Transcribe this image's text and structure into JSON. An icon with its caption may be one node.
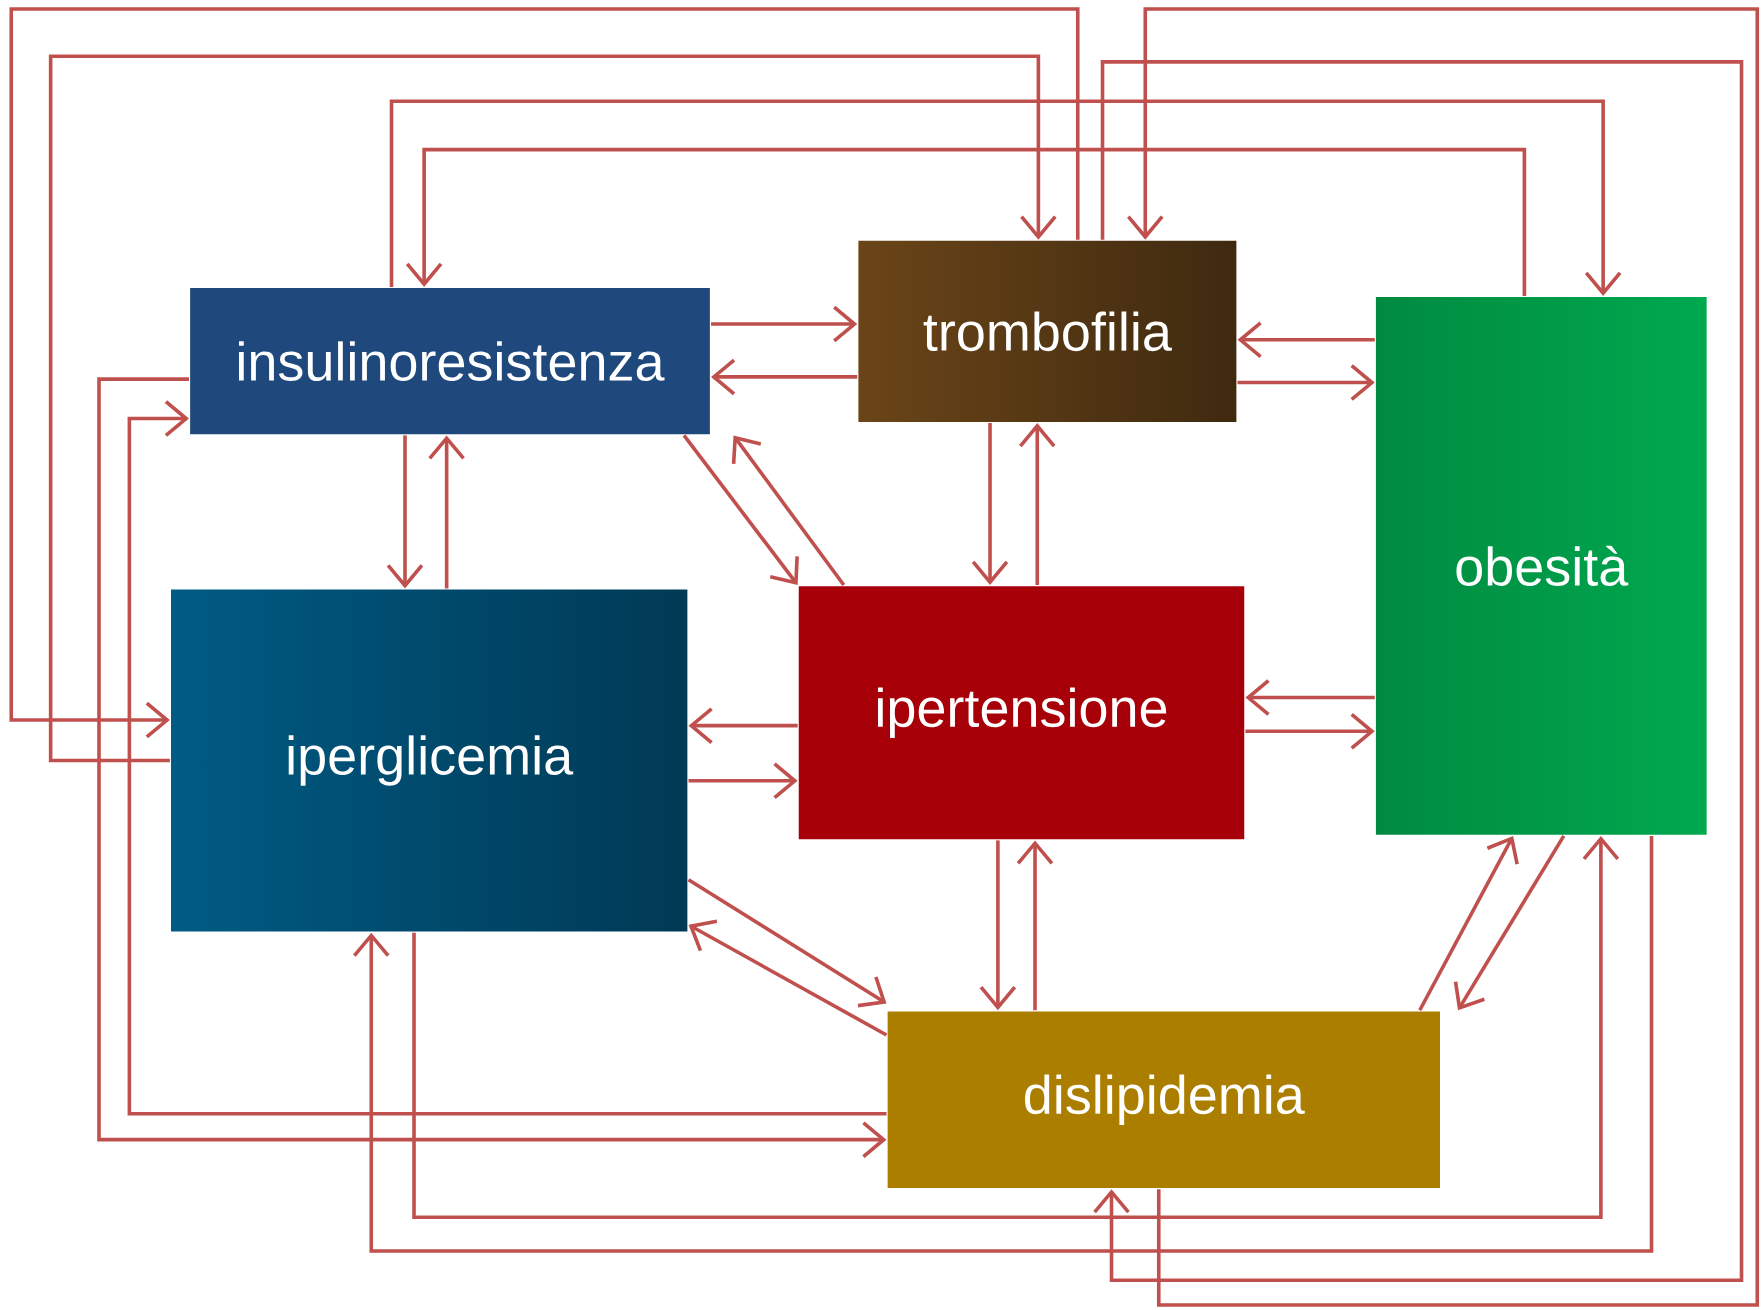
{
  "diagram": {
    "nodes": [
      {
        "text": [
          "insulinoresistenza"
        ]
      },
      {
        "text": [
          "trombofilia"
        ]
      },
      {
        "text": [
          "obesità"
        ]
      },
      {
        "text": [
          "iperglicemia"
        ]
      },
      {
        "text": [
          "ipertensione"
        ]
      },
      {
        "text": [
          "dislipidemia"
        ]
      }
    ],
    "edges": [
      {
        "from": 0,
        "to": 1,
        "arrow": "to"
      },
      {
        "from": 1,
        "to": 0,
        "arrow": "to"
      },
      {
        "from": 1,
        "to": 2,
        "arrow": "to"
      },
      {
        "from": 2,
        "to": 1,
        "arrow": "to"
      },
      {
        "from": 0,
        "to": 3,
        "arrow": "to"
      },
      {
        "from": 3,
        "to": 0,
        "arrow": "to"
      },
      {
        "from": 0,
        "to": 4,
        "arrow": "to"
      },
      {
        "from": 4,
        "to": 0,
        "arrow": "to"
      },
      {
        "from": 1,
        "to": 4,
        "arrow": "to"
      },
      {
        "from": 4,
        "to": 1,
        "arrow": "to"
      },
      {
        "from": 2,
        "to": 4,
        "arrow": "to"
      },
      {
        "from": 4,
        "to": 2,
        "arrow": "to"
      },
      {
        "from": 3,
        "to": 4,
        "arrow": "to"
      },
      {
        "from": 4,
        "to": 3,
        "arrow": "to"
      },
      {
        "from": 4,
        "to": 5,
        "arrow": "to"
      },
      {
        "from": 5,
        "to": 4,
        "arrow": "to"
      },
      {
        "from": 3,
        "to": 5,
        "arrow": "to"
      },
      {
        "from": 5,
        "to": 3,
        "arrow": "to"
      },
      {
        "from": 2,
        "to": 5,
        "arrow": "to"
      },
      {
        "from": 5,
        "to": 2,
        "arrow": "to"
      },
      {
        "from": 0,
        "to": 2,
        "arrow": "to"
      },
      {
        "from": 2,
        "to": 0,
        "arrow": "to"
      },
      {
        "from": 1,
        "to": 3,
        "arrow": "to"
      },
      {
        "from": 3,
        "to": 1,
        "arrow": "to"
      },
      {
        "from": 1,
        "to": 5,
        "arrow": "to"
      },
      {
        "from": 5,
        "to": 1,
        "arrow": "to"
      },
      {
        "from": 0,
        "to": 5,
        "arrow": "to"
      },
      {
        "from": 5,
        "to": 0,
        "arrow": "to"
      },
      {
        "from": 3,
        "to": 2,
        "arrow": "to"
      },
      {
        "from": 2,
        "to": 3,
        "arrow": "to"
      }
    ]
  }
}
